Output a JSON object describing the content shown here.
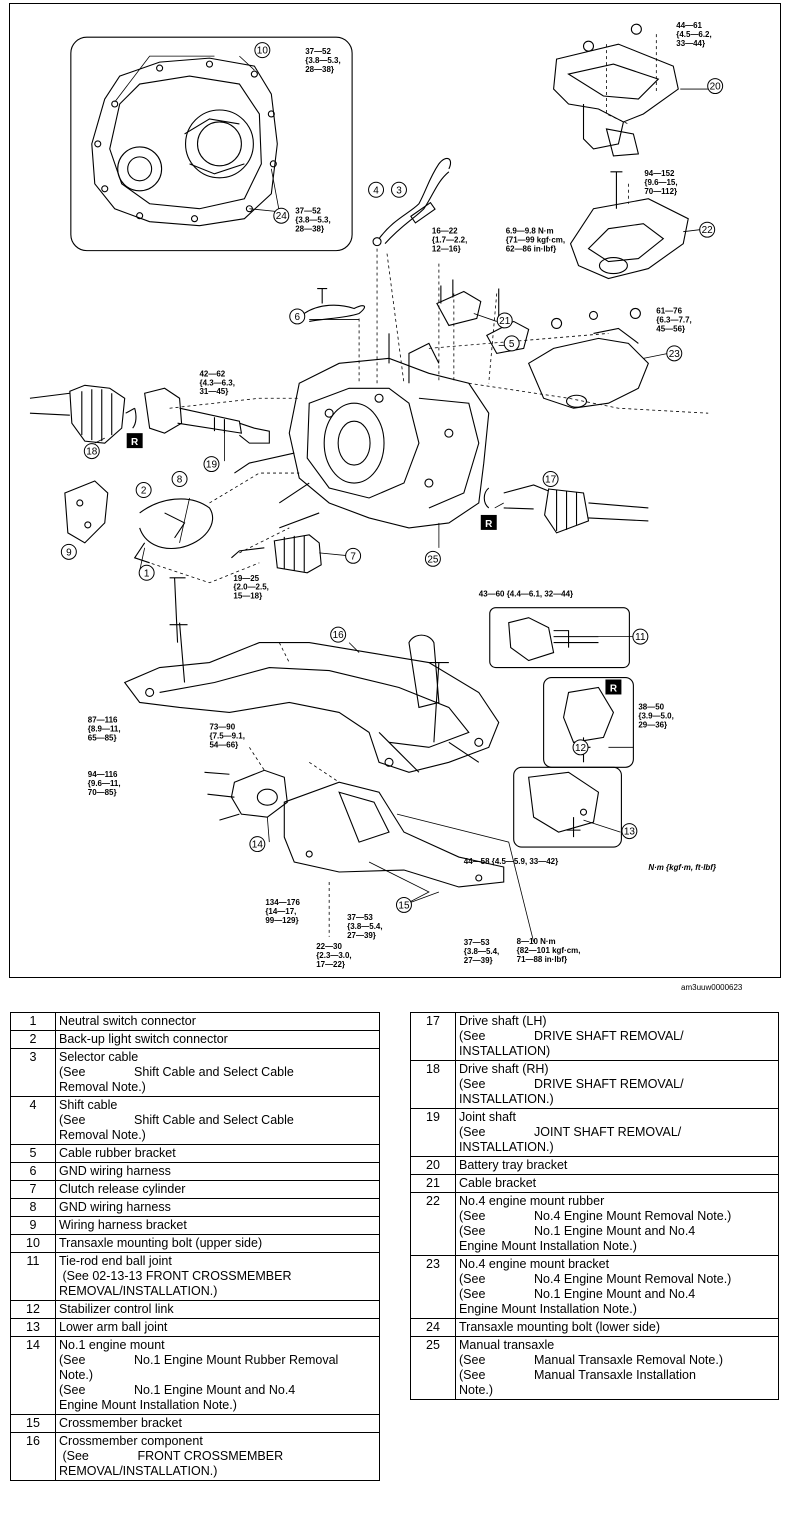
{
  "diagram": {
    "unit_note": "N·m {kgf·m, ft·lbf}",
    "doc_id": "am3uuw0000623",
    "callouts": [
      "1",
      "2",
      "3",
      "4",
      "5",
      "6",
      "7",
      "8",
      "9",
      "10",
      "11",
      "12",
      "13",
      "14",
      "15",
      "16",
      "17",
      "18",
      "19",
      "20",
      "21",
      "22",
      "23",
      "24",
      "25"
    ],
    "r_mark": "R",
    "torques": {
      "t10": [
        "37—52",
        "{3.8—5.3,",
        "28—38}"
      ],
      "t24": [
        "37—52",
        "{3.8—5.3,",
        "28—38}"
      ],
      "t20": [
        "44—61",
        "{4.5—6.2,",
        "33—44}"
      ],
      "t22": [
        "94—152",
        "{9.6—15,",
        "70—112}"
      ],
      "t3": [
        "16—22",
        "{1.7—2.2,",
        "12—16}"
      ],
      "t5": [
        "6.9—9.8 N·m",
        "{71—99 kgf·cm,",
        "62—86 in·lbf}"
      ],
      "t23": [
        "61—76",
        "{6.3—7.7,",
        "45—56}"
      ],
      "t19": [
        "42—62",
        "{4.3—6.3,",
        "31—45}"
      ],
      "t7": [
        "19—25",
        "{2.0—2.5,",
        "15—18}"
      ],
      "t11": [
        "43—60 {4.4—6.1, 32—44}"
      ],
      "t12": [
        "38—50",
        "{3.9—5.0,",
        "29—36}"
      ],
      "t13": [
        "44—58 {4.5—5.9, 33—42}"
      ],
      "t87": [
        "87—116",
        "{8.9—11,",
        "65—85}"
      ],
      "t73": [
        "73—90",
        "{7.5—9.1,",
        "54—66}"
      ],
      "t94": [
        "94—116",
        "{9.6—11,",
        "70—85}"
      ],
      "t134": [
        "134—176",
        "{14—17,",
        "99—129}"
      ],
      "t22b": [
        "22—30",
        "{2.3—3.0,",
        "17—22}"
      ],
      "t37a": [
        "37—53",
        "{3.8—5.4,",
        "27—39}"
      ],
      "t37b": [
        "37—53",
        "{3.8—5.4,",
        "27—39}"
      ],
      "t8": [
        "8—10 N·m",
        "{82—101 kgf·cm,",
        "71—88 in·lbf}"
      ]
    }
  },
  "legend_left": [
    {
      "no": "1",
      "lines": [
        "Neutral switch connector"
      ]
    },
    {
      "no": "2",
      "lines": [
        "Back-up light switch connector"
      ]
    },
    {
      "no": "3",
      "lines": [
        "Selector cable",
        "(See              Shift Cable and Select Cable",
        "Removal Note.)"
      ]
    },
    {
      "no": "4",
      "lines": [
        "Shift cable",
        "(See              Shift Cable and Select Cable",
        "Removal Note.)"
      ]
    },
    {
      "no": "5",
      "lines": [
        "Cable rubber bracket"
      ]
    },
    {
      "no": "6",
      "lines": [
        "GND wiring harness"
      ]
    },
    {
      "no": "7",
      "lines": [
        "Clutch release cylinder"
      ]
    },
    {
      "no": "8",
      "lines": [
        "GND wiring harness"
      ]
    },
    {
      "no": "9",
      "lines": [
        "Wiring harness bracket"
      ]
    },
    {
      "no": "10",
      "lines": [
        "Transaxle mounting bolt (upper side)"
      ]
    },
    {
      "no": "11",
      "lines": [
        "Tie-rod end ball joint",
        " (See 02-13-13 FRONT CROSSMEMBER",
        "REMOVAL/INSTALLATION.)"
      ]
    },
    {
      "no": "12",
      "lines": [
        "Stabilizer control link"
      ]
    },
    {
      "no": "13",
      "lines": [
        "Lower arm ball joint"
      ]
    },
    {
      "no": "14",
      "lines": [
        "No.1 engine mount",
        "(See              No.1 Engine Mount Rubber Removal",
        "Note.)",
        "(See              No.1 Engine Mount and No.4",
        "Engine Mount Installation Note.)"
      ]
    },
    {
      "no": "15",
      "lines": [
        "Crossmember bracket"
      ]
    },
    {
      "no": "16",
      "lines": [
        "Crossmember component",
        " (See              FRONT CROSSMEMBER",
        "REMOVAL/INSTALLATION.)"
      ]
    }
  ],
  "legend_right": [
    {
      "no": "17",
      "lines": [
        "Drive shaft (LH)",
        "(See              DRIVE SHAFT REMOVAL/",
        "INSTALLATION)"
      ]
    },
    {
      "no": "18",
      "lines": [
        "Drive shaft (RH)",
        "(See              DRIVE SHAFT REMOVAL/",
        "INSTALLATION.)"
      ]
    },
    {
      "no": "19",
      "lines": [
        "Joint shaft",
        "(See              JOINT SHAFT REMOVAL/",
        "INSTALLATION.)"
      ]
    },
    {
      "no": "20",
      "lines": [
        "Battery tray bracket"
      ]
    },
    {
      "no": "21",
      "lines": [
        "Cable bracket"
      ]
    },
    {
      "no": "22",
      "lines": [
        "No.4 engine mount rubber",
        "(See              No.4 Engine Mount Removal Note.)",
        "(See              No.1 Engine Mount and No.4",
        "Engine Mount Installation Note.)"
      ]
    },
    {
      "no": "23",
      "lines": [
        "No.4 engine mount bracket",
        "(See              No.4 Engine Mount Removal Note.)",
        "(See              No.1 Engine Mount and No.4",
        "Engine Mount Installation Note.)"
      ]
    },
    {
      "no": "24",
      "lines": [
        "Transaxle mounting bolt (lower side)"
      ]
    },
    {
      "no": "25",
      "lines": [
        "Manual transaxle",
        "(See              Manual Transaxle Removal Note.)",
        "(See              Manual Transaxle Installation",
        "Note.)"
      ]
    }
  ]
}
